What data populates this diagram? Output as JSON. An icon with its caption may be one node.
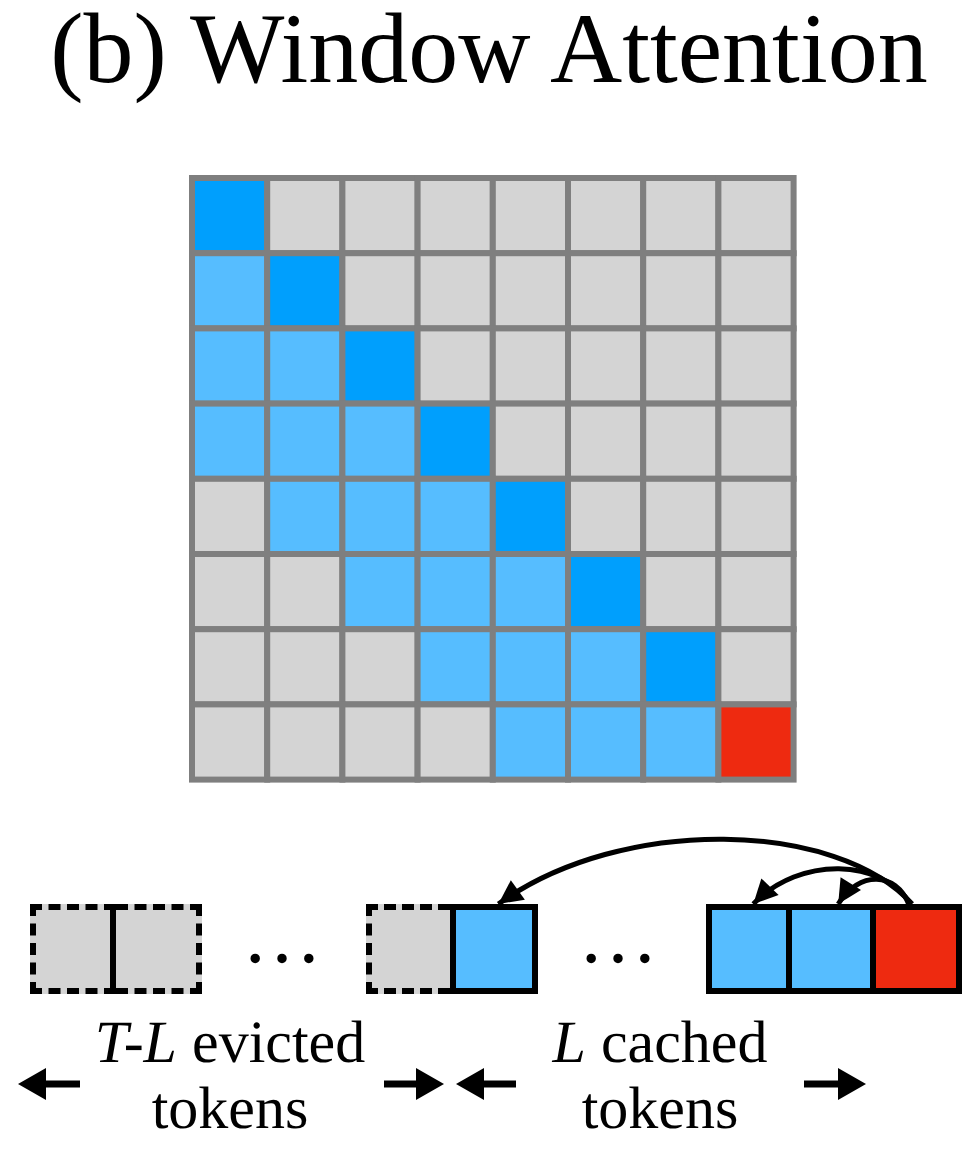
{
  "diagram": {
    "title": "(b) Window Attention",
    "nodes": [
      {
        "text": [],
        "shape": "box"
      },
      {
        "text": [],
        "shape": "box"
      },
      {
        "text": [],
        "shape": "box"
      },
      {
        "text": [],
        "shape": "box"
      },
      {
        "text": [],
        "shape": "box"
      },
      {
        "text": [],
        "shape": "box"
      },
      {
        "text": [],
        "shape": "box"
      }
    ],
    "edges": [
      {
        "from": 6,
        "to": 3,
        "arrow": "to"
      },
      {
        "from": 6,
        "to": 4,
        "arrow": "to"
      },
      {
        "from": 6,
        "to": 5,
        "arrow": "to"
      }
    ],
    "labels": [
      "…",
      "…",
      "*T-L* evicted tokens",
      "*L* cached tokens"
    ]
  }
}
